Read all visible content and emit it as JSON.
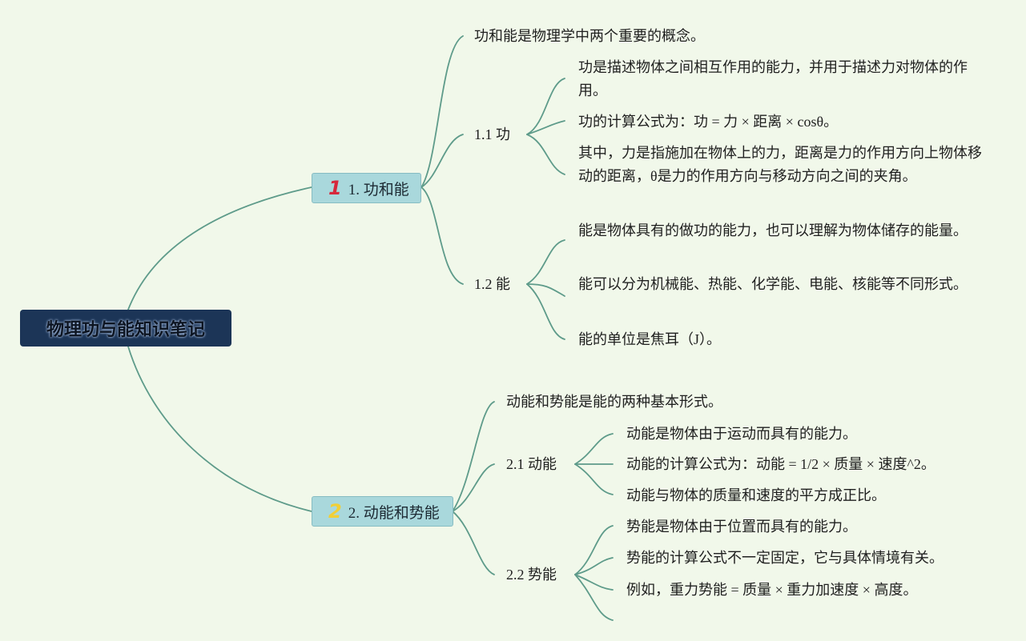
{
  "root": {
    "title": "物理功与能知识笔记"
  },
  "branches": [
    {
      "marker": "1",
      "marker_color": "#d6283c",
      "label": "1. 功和能",
      "intro": "功和能是物理学中两个重要的概念。",
      "subtopics": [
        {
          "label": "1.1 功",
          "notes": [
            "功是描述物体之间相互作用的能力，并用于描述力对物体的作用。",
            "功的计算公式为：功 = 力 × 距离 × cosθ。",
            "其中，力是指施加在物体上的力，距离是力的作用方向上物体移动的距离，θ是力的作用方向与移动方向之间的夹角。"
          ]
        },
        {
          "label": "1.2 能",
          "notes": [
            "能是物体具有的做功的能力，也可以理解为物体储存的能量。",
            "能可以分为机械能、热能、化学能、电能、核能等不同形式。",
            "能的单位是焦耳（J）。"
          ]
        }
      ]
    },
    {
      "marker": "2",
      "marker_color": "#f2cf35",
      "label": "2. 动能和势能",
      "intro": "动能和势能是能的两种基本形式。",
      "subtopics": [
        {
          "label": "2.1 动能",
          "notes": [
            "动能是物体由于运动而具有的能力。",
            "动能的计算公式为：动能 = 1/2 × 质量 × 速度^2。",
            "动能与物体的质量和速度的平方成正比。"
          ]
        },
        {
          "label": "2.2 势能",
          "notes": [
            "势能是物体由于位置而具有的能力。",
            "势能的计算公式不一定固定，它与具体情境有关。",
            "例如，重力势能 = 质量 × 重力加速度 × 高度。",
            ""
          ]
        }
      ]
    }
  ],
  "colors": {
    "background": "#f1f8ea",
    "connector": "#5e9b8a",
    "root_fill": "#1c3557",
    "branch_fill": "#a9d8dc"
  }
}
